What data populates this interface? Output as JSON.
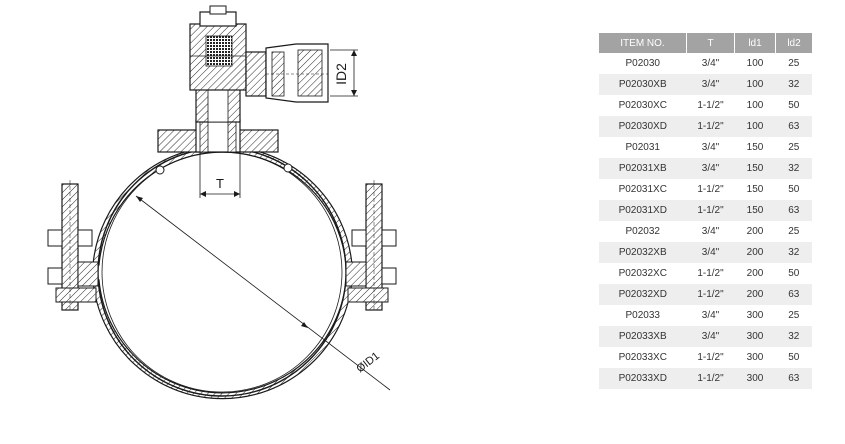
{
  "drawing": {
    "labels": {
      "T": "T",
      "D2": "ID2",
      "D1": "ØID1"
    },
    "colors": {
      "line": "#1a1a1a",
      "hatch": "#2a2a2a"
    }
  },
  "table": {
    "headers": [
      "ITEM NO.",
      "T",
      "ld1",
      "ld2"
    ],
    "rows": [
      [
        "P02030",
        "3/4\"",
        "100",
        "25"
      ],
      [
        "P02030XB",
        "3/4\"",
        "100",
        "32"
      ],
      [
        "P02030XC",
        "1-1/2\"",
        "100",
        "50"
      ],
      [
        "P02030XD",
        "1-1/2\"",
        "100",
        "63"
      ],
      [
        "P02031",
        "3/4\"",
        "150",
        "25"
      ],
      [
        "P02031XB",
        "3/4\"",
        "150",
        "32"
      ],
      [
        "P02031XC",
        "1-1/2\"",
        "150",
        "50"
      ],
      [
        "P02031XD",
        "1-1/2\"",
        "150",
        "63"
      ],
      [
        "P02032",
        "3/4\"",
        "200",
        "25"
      ],
      [
        "P02032XB",
        "3/4\"",
        "200",
        "32"
      ],
      [
        "P02032XC",
        "1-1/2\"",
        "200",
        "50"
      ],
      [
        "P02032XD",
        "1-1/2\"",
        "200",
        "63"
      ],
      [
        "P02033",
        "3/4\"",
        "300",
        "25"
      ],
      [
        "P02033XB",
        "3/4\"",
        "300",
        "32"
      ],
      [
        "P02033XC",
        "1-1/2\"",
        "300",
        "50"
      ],
      [
        "P02033XD",
        "1-1/2\"",
        "300",
        "63"
      ]
    ],
    "colors": {
      "header_bg": "#a3a3a3",
      "header_text": "#ffffff",
      "stripe": "#eeeeee",
      "text": "#333333"
    }
  }
}
